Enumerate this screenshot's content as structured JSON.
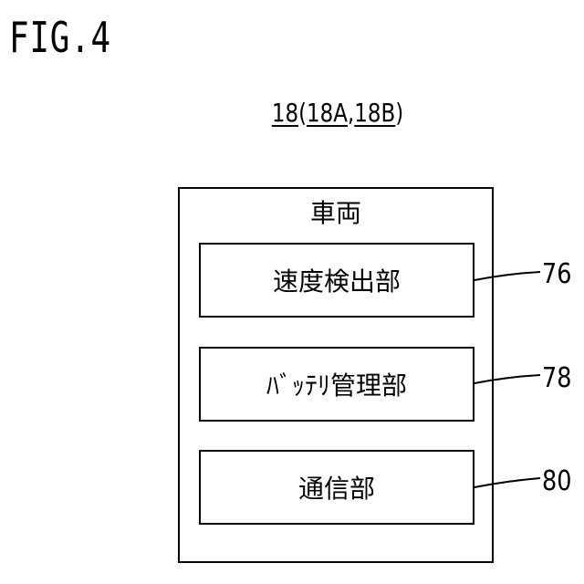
{
  "figure": {
    "label": "FIG.4"
  },
  "reference": {
    "main": "18",
    "open_paren": "(",
    "first": "18A",
    "comma": ",",
    "second": "18B",
    "close_paren": ")"
  },
  "vehicle": {
    "title": "車両",
    "blocks": [
      {
        "label": "速度検出部",
        "ref": "76"
      },
      {
        "label": "ﾊﾞｯﾃﾘ管理部",
        "ref": "78"
      },
      {
        "label": "通信部",
        "ref": "80"
      }
    ]
  }
}
